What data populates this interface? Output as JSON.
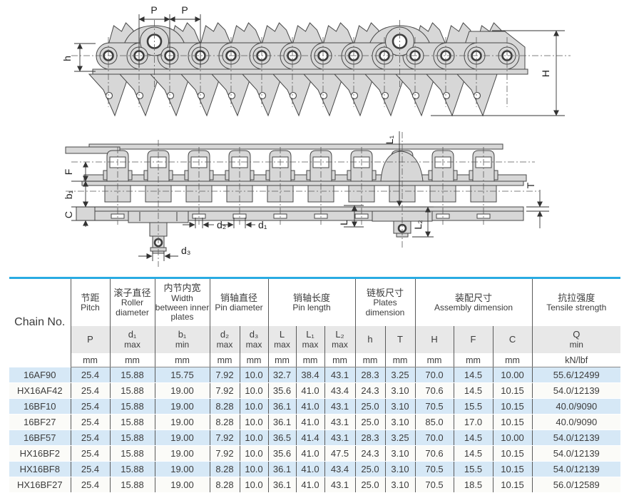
{
  "diagram": {
    "side_view": {
      "p1": "P",
      "p2": "P",
      "h": "h",
      "H": "H"
    },
    "plan_view": {
      "L1": "L₁",
      "F": "F",
      "b1": "b₁",
      "C": "C",
      "T": "T",
      "d2": "d₂",
      "d1": "d₁",
      "L": "L",
      "L2": "L₂",
      "d3": "d₃"
    }
  },
  "spec": {
    "chain_no_label": "Chain No.",
    "groups": [
      {
        "cn": "节距",
        "en": "Pitch"
      },
      {
        "cn": "滚子直径",
        "en": "Roller diameter"
      },
      {
        "cn": "内节内宽",
        "en": "Width between inner plates"
      },
      {
        "cn": "销轴直径",
        "en": "Pin diameter"
      },
      {
        "cn": "销轴长度",
        "en": "Pin length"
      },
      {
        "cn": "链板尺寸",
        "en": "Plates dimension"
      },
      {
        "cn": "装配尺寸",
        "en": "Assembly dimension"
      },
      {
        "cn": "抗拉强度",
        "en": "Tensile strength"
      }
    ],
    "symbols": [
      {
        "sym": "P",
        "qual": ""
      },
      {
        "sym": "d₁",
        "qual": "max"
      },
      {
        "sym": "b₁",
        "qual": "min"
      },
      {
        "sym": "d₂",
        "qual": "max"
      },
      {
        "sym": "d₃",
        "qual": "max"
      },
      {
        "sym": "L",
        "qual": "max"
      },
      {
        "sym": "L₁",
        "qual": "max"
      },
      {
        "sym": "L₂",
        "qual": "max"
      },
      {
        "sym": "h",
        "qual": ""
      },
      {
        "sym": "T",
        "qual": ""
      },
      {
        "sym": "H",
        "qual": ""
      },
      {
        "sym": "F",
        "qual": ""
      },
      {
        "sym": "C",
        "qual": ""
      },
      {
        "sym": "Q",
        "qual": "min"
      }
    ],
    "units": [
      "mm",
      "mm",
      "mm",
      "mm",
      "mm",
      "mm",
      "mm",
      "mm",
      "mm",
      "mm",
      "mm",
      "mm",
      "mm",
      "kN/lbf"
    ],
    "rows": [
      {
        "chain_no": "16AF90",
        "values": [
          "25.4",
          "15.88",
          "15.75",
          "7.92",
          "10.0",
          "32.7",
          "38.4",
          "43.1",
          "28.3",
          "3.25",
          "70.0",
          "14.5",
          "10.00",
          "55.6/12499"
        ]
      },
      {
        "chain_no": "HX16AF42",
        "values": [
          "25.4",
          "15.88",
          "19.00",
          "7.92",
          "10.0",
          "35.6",
          "41.0",
          "43.4",
          "24.3",
          "3.10",
          "70.6",
          "14.5",
          "10.15",
          "54.0/12139"
        ]
      },
      {
        "chain_no": "16BF10",
        "values": [
          "25.4",
          "15.88",
          "19.00",
          "8.28",
          "10.0",
          "36.1",
          "41.0",
          "43.1",
          "25.0",
          "3.10",
          "70.5",
          "15.5",
          "10.15",
          "40.0/9090"
        ]
      },
      {
        "chain_no": "16BF27",
        "values": [
          "25.4",
          "15.88",
          "19.00",
          "8.28",
          "10.0",
          "36.1",
          "41.0",
          "43.1",
          "25.0",
          "3.10",
          "85.0",
          "17.0",
          "10.15",
          "40.0/9090"
        ]
      },
      {
        "chain_no": "16BF57",
        "values": [
          "25.4",
          "15.88",
          "19.00",
          "7.92",
          "10.0",
          "36.5",
          "41.4",
          "43.1",
          "28.3",
          "3.25",
          "70.0",
          "14.5",
          "10.00",
          "54.0/12139"
        ]
      },
      {
        "chain_no": "HX16BF2",
        "values": [
          "25.4",
          "15.88",
          "19.00",
          "7.92",
          "10.0",
          "35.6",
          "41.0",
          "47.5",
          "24.3",
          "3.10",
          "70.6",
          "14.5",
          "10.15",
          "54.0/12139"
        ]
      },
      {
        "chain_no": "HX16BF8",
        "values": [
          "25.4",
          "15.88",
          "19.00",
          "8.28",
          "10.0",
          "36.1",
          "41.0",
          "43.4",
          "25.0",
          "3.10",
          "70.5",
          "15.5",
          "10.15",
          "54.0/12139"
        ]
      },
      {
        "chain_no": "HX16BF27",
        "values": [
          "25.4",
          "15.88",
          "19.00",
          "8.28",
          "10.0",
          "36.1",
          "41.0",
          "43.1",
          "25.0",
          "3.10",
          "70.5",
          "18.5",
          "10.15",
          "56.0/12589"
        ]
      }
    ],
    "colors": {
      "accent_border": "#29ABE2",
      "alt_row": "#D6E8F6",
      "header_band": "#E8E8E8"
    }
  }
}
